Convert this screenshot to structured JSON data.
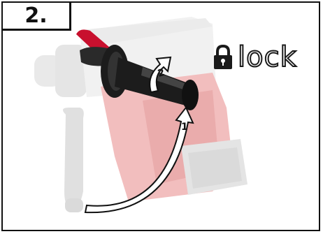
{
  "step": {
    "label": "2."
  },
  "lock": {
    "label": "lock",
    "icon": "padlock-icon"
  },
  "arrows": [
    {
      "label": "1",
      "icon": "curved-arrow-icon"
    },
    {
      "label": "2",
      "icon": "rotate-arrow-icon"
    }
  ],
  "colors": {
    "tool_red": "#d44a4a",
    "tool_red_faded": "#f2c6c6",
    "tool_gray": "#cfcfcf",
    "handle_dark": "#1c1c1c",
    "lever_red": "#c8102e"
  }
}
